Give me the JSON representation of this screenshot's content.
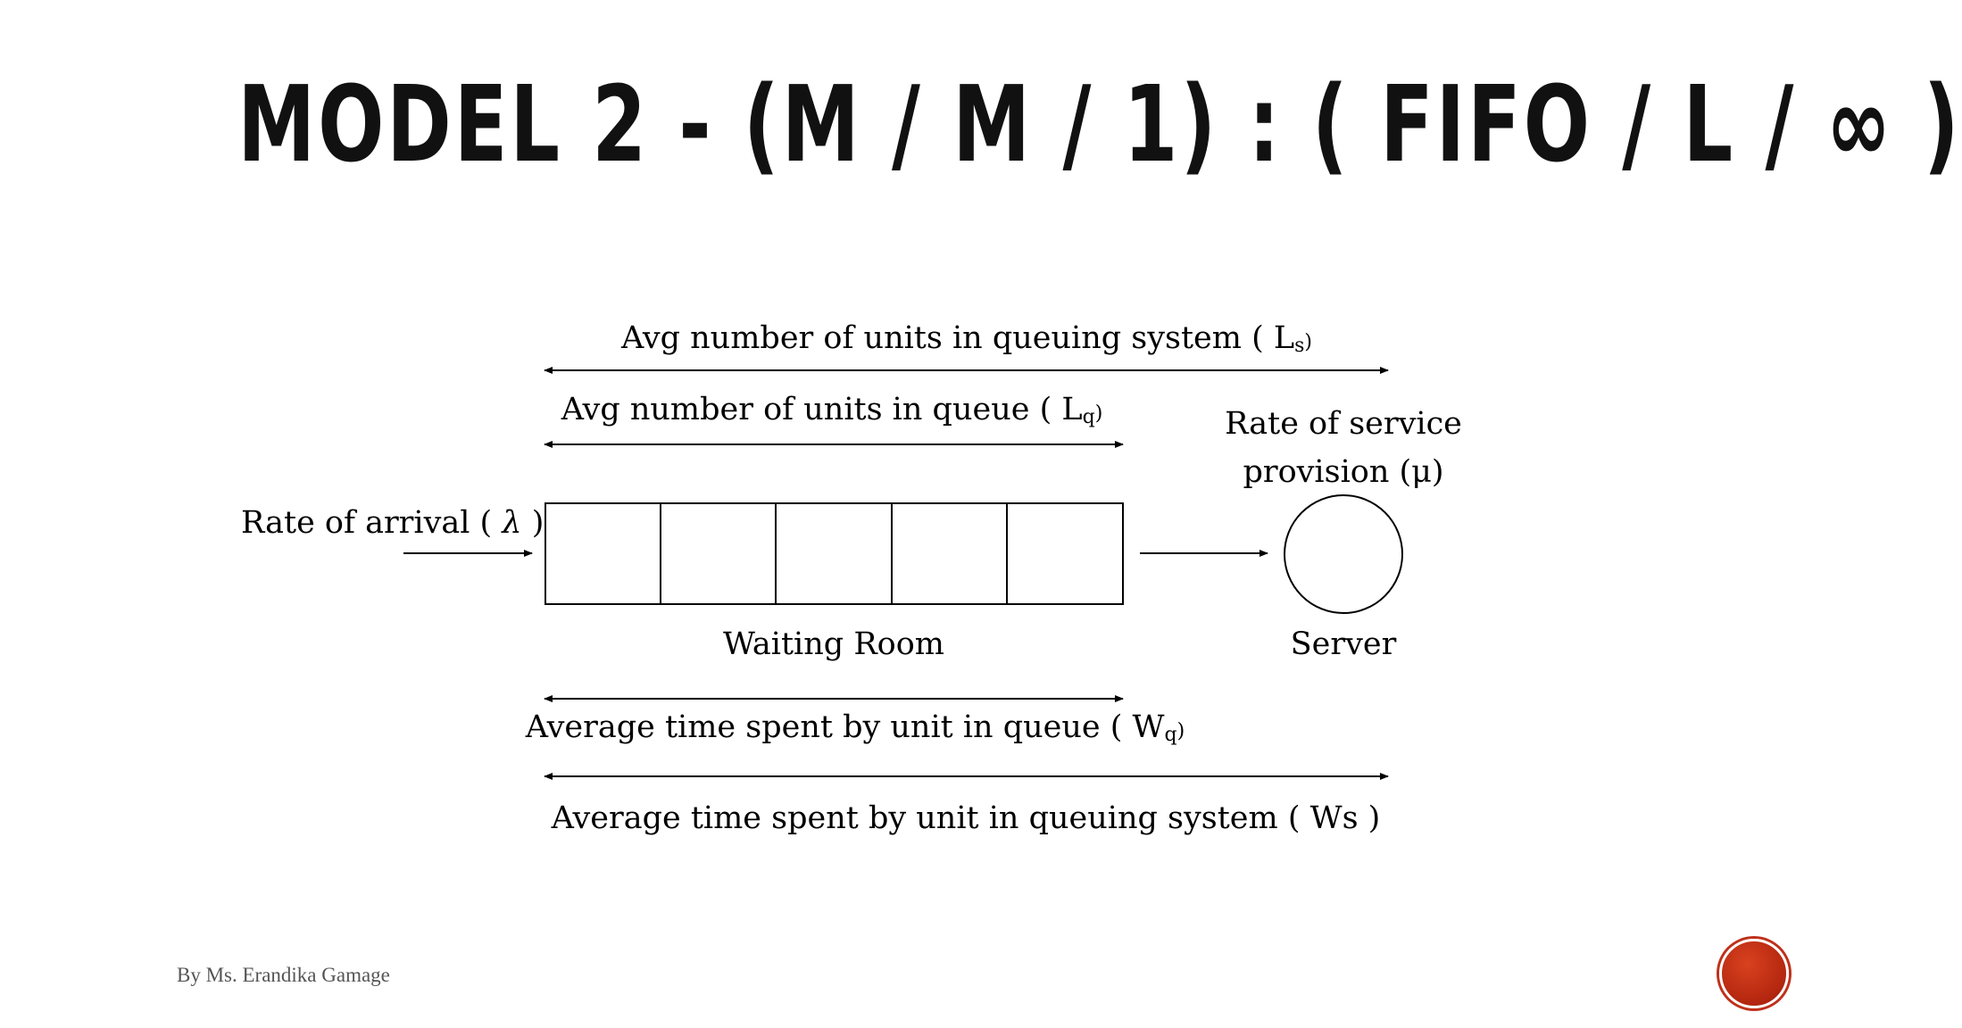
{
  "slide": {
    "title": "MODEL 2 - (M / M / 1) : ( FIFO / L / ∞ )",
    "footer": "By Ms. Erandika Gamage"
  },
  "diagram": {
    "ls_label": {
      "text": "Avg number of units in queuing system (",
      "symbol": "L",
      "sub": "s",
      "close": ")"
    },
    "lq_label": {
      "text": "Avg number of units in queue (",
      "symbol": "L",
      "sub": "q",
      "close": ")"
    },
    "service_rate_line1": "Rate of service",
    "service_rate_line2": "provision (μ)",
    "arrival_label": {
      "text": "Rate of arrival (",
      "symbol": "λ",
      "close": ")"
    },
    "waiting_room": "Waiting Room",
    "server": "Server",
    "wq_label": {
      "text": "Average time spent by unit in queue (",
      "symbol": "W",
      "sub": "q",
      "close": ")"
    },
    "ws_label": "Average time spent by unit in queuing system ( Ws )",
    "queue_slots": 5
  },
  "colors": {
    "badge": "#b3260f",
    "line": "#000000"
  }
}
